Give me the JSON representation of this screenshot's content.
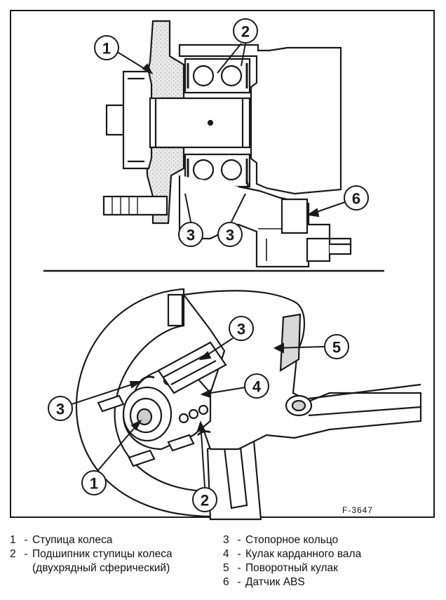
{
  "figure_code": "F-3647",
  "callouts": {
    "top": {
      "c1": "1",
      "c2": "2",
      "c3a": "3",
      "c3b": "3",
      "c6": "6"
    },
    "bottom": {
      "c3top": "3",
      "c4": "4",
      "c5": "5",
      "c3left": "3",
      "c1": "1",
      "c2": "2"
    }
  },
  "legend": {
    "left": [
      {
        "num": "1",
        "text": "Ступица колеса"
      },
      {
        "num": "2",
        "text": "Подшипник ступицы колеса (двухрядный сферический)"
      }
    ],
    "right": [
      {
        "num": "3",
        "text": "Стопорное кольцо"
      },
      {
        "num": "4",
        "text": "Кулак карданного вала"
      },
      {
        "num": "5",
        "text": "Поворотный кулак"
      },
      {
        "num": "6",
        "text": "Датчик ABS"
      }
    ]
  }
}
